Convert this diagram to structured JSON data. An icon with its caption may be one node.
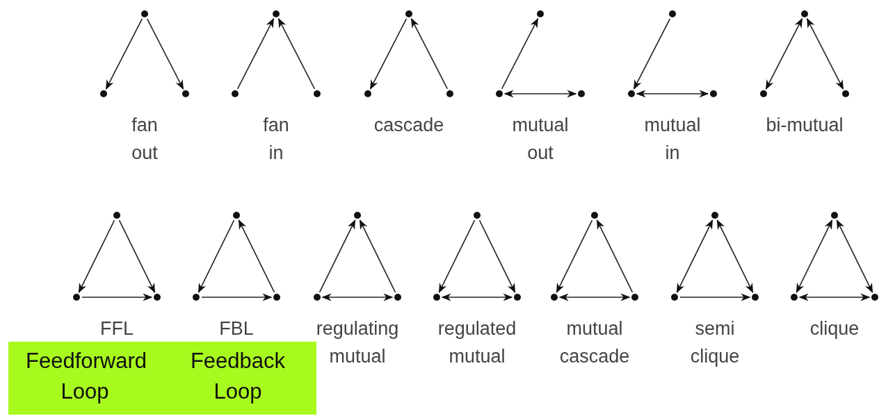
{
  "diagram": {
    "nodes": [
      {
        "text": [],
        "shape": "circle"
      },
      {
        "text": [],
        "shape": "circle"
      },
      {
        "text": [],
        "shape": "circle"
      },
      {
        "text": [],
        "shape": "circle"
      },
      {
        "text": [],
        "shape": "circle"
      },
      {
        "text": [],
        "shape": "circle"
      },
      {
        "text": [],
        "shape": "circle"
      },
      {
        "text": [],
        "shape": "circle"
      },
      {
        "text": [],
        "shape": "circle"
      },
      {
        "text": [],
        "shape": "circle"
      },
      {
        "text": [],
        "shape": "circle"
      },
      {
        "text": [],
        "shape": "circle"
      },
      {
        "text": [],
        "shape": "circle"
      },
      {
        "text": [],
        "shape": "circle"
      },
      {
        "text": [],
        "shape": "circle"
      },
      {
        "text": [],
        "shape": "circle"
      },
      {
        "text": [],
        "shape": "circle"
      },
      {
        "text": [],
        "shape": "circle"
      },
      {
        "text": [],
        "shape": "circle"
      },
      {
        "text": [],
        "shape": "circle"
      },
      {
        "text": [],
        "shape": "circle"
      },
      {
        "text": [],
        "shape": "circle"
      },
      {
        "text": [],
        "shape": "circle"
      },
      {
        "text": [],
        "shape": "circle"
      },
      {
        "text": [],
        "shape": "circle"
      },
      {
        "text": [],
        "shape": "circle"
      },
      {
        "text": [],
        "shape": "circle"
      },
      {
        "text": [],
        "shape": "circle"
      },
      {
        "text": [],
        "shape": "circle"
      },
      {
        "text": [],
        "shape": "circle"
      },
      {
        "text": [],
        "shape": "circle"
      },
      {
        "text": [],
        "shape": "circle"
      },
      {
        "text": [],
        "shape": "circle"
      },
      {
        "text": [],
        "shape": "circle"
      },
      {
        "text": [],
        "shape": "circle"
      },
      {
        "text": [],
        "shape": "circle"
      },
      {
        "text": [],
        "shape": "circle"
      },
      {
        "text": [],
        "shape": "circle"
      },
      {
        "text": [],
        "shape": "circle"
      },
      {
        "text": [
          "Feedforward Loop",
          "Feedback Loop"
        ]
      }
    ],
    "edges": [
      {
        "from": 0,
        "to": 1,
        "arrow": "to"
      },
      {
        "from": 0,
        "to": 2,
        "arrow": "to"
      },
      {
        "from": 4,
        "to": 3,
        "arrow": "to"
      },
      {
        "from": 5,
        "to": 3,
        "arrow": "to"
      },
      {
        "from": 6,
        "to": 7,
        "arrow": "to"
      },
      {
        "from": 8,
        "to": 6,
        "arrow": "to"
      },
      {
        "from": 10,
        "to": 9,
        "arrow": "to"
      },
      {
        "from": 10,
        "to": 11,
        "arrow": "both"
      },
      {
        "from": 12,
        "to": 13,
        "arrow": "to"
      },
      {
        "from": 13,
        "to": 14,
        "arrow": "both"
      },
      {
        "from": 15,
        "to": 16,
        "arrow": "both"
      },
      {
        "from": 15,
        "to": 17,
        "arrow": "both"
      },
      {
        "from": 18,
        "to": 19,
        "arrow": "to"
      },
      {
        "from": 18,
        "to": 20,
        "arrow": "to"
      },
      {
        "from": 19,
        "to": 20,
        "arrow": "to"
      },
      {
        "from": 21,
        "to": 22,
        "arrow": "to"
      },
      {
        "from": 23,
        "to": 21,
        "arrow": "to"
      },
      {
        "from": 22,
        "to": 23,
        "arrow": "to"
      },
      {
        "from": 25,
        "to": 24,
        "arrow": "to"
      },
      {
        "from": 26,
        "to": 24,
        "arrow": "to"
      },
      {
        "from": 25,
        "to": 26,
        "arrow": "both"
      },
      {
        "from": 27,
        "to": 28,
        "arrow": "to"
      },
      {
        "from": 27,
        "to": 29,
        "arrow": "to"
      },
      {
        "from": 28,
        "to": 29,
        "arrow": "both"
      },
      {
        "from": 30,
        "to": 31,
        "arrow": "to"
      },
      {
        "from": 32,
        "to": 30,
        "arrow": "to"
      },
      {
        "from": 31,
        "to": 32,
        "arrow": "both"
      },
      {
        "from": 33,
        "to": 34,
        "arrow": "both"
      },
      {
        "from": 33,
        "to": 35,
        "arrow": "both"
      },
      {
        "from": 34,
        "to": 35,
        "arrow": "to"
      },
      {
        "from": 36,
        "to": 37,
        "arrow": "both"
      },
      {
        "from": 36,
        "to": 38,
        "arrow": "both"
      },
      {
        "from": 37,
        "to": 38,
        "arrow": "both"
      }
    ],
    "labels": [
      "fan out",
      "fan in",
      "cascade",
      "mutual out",
      "mutual in",
      "bi-mutual",
      "FFL",
      "FBL",
      "regulating mutual",
      "regulated mutual",
      "mutual cascade",
      "semi clique",
      "clique"
    ]
  }
}
